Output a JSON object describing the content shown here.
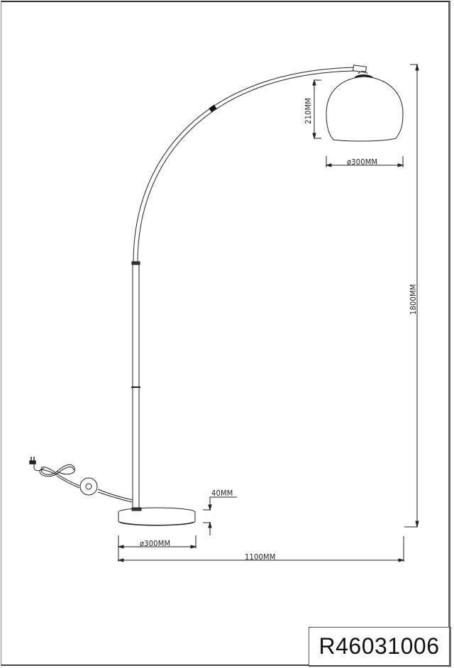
{
  "drawing": {
    "title": "Arc floor lamp dimension drawing",
    "product_code": "R46031006",
    "dimensions": {
      "shade_height": "210MM",
      "shade_diameter": "ø300MM",
      "total_height": "1800MM",
      "base_height": "40MM",
      "base_diameter": "ø300MM",
      "total_width": "1100MM"
    },
    "components": [
      "arc-arm",
      "shade",
      "pole",
      "base",
      "cord",
      "foot-switch",
      "plug"
    ],
    "colors": {
      "line": "#222222",
      "background": "#ffffff"
    }
  }
}
